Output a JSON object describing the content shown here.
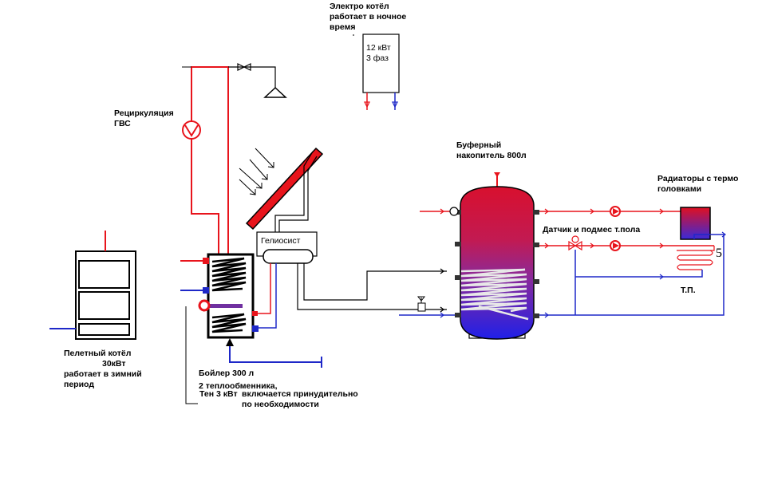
{
  "labels": {
    "electro_boiler": [
      "Электро котёл",
      "работает в ночное",
      "время"
    ],
    "electro_power": [
      "12 кВт",
      "3 фаз"
    ],
    "recirc": [
      "Рециркуляция",
      "ГВС"
    ],
    "buffer": [
      "Буферный",
      "накопитель 800л"
    ],
    "radiators": [
      "Радиаторы с термо",
      "головками"
    ],
    "sensor": "Датчик и подмес т.пола",
    "helio": "Гелиосист",
    "tp": "Т.П.",
    "coil_count": "5",
    "pellet": [
      "Пелетный котёл",
      "30кВт",
      "работает в зимний",
      "период"
    ],
    "boiler_title": "Бойлер 300 л",
    "boiler_exchangers": "2 теплообменника,",
    "boiler_ten": "Тен 3 кВт",
    "boiler_forced": [
      "включается принудительно",
      "по необходимости"
    ]
  },
  "colors": {
    "hot": "#e8141c",
    "cold": "#1e28c8",
    "line": "#000000",
    "tank_top": "#e01030",
    "tank_bottom": "#2a2ae0",
    "purple": "#7030a0"
  },
  "icons": [
    "valve-icon",
    "pump-icon",
    "shower-icon",
    "thermostat-icon",
    "solar-panel-icon",
    "sun-rays-icon"
  ]
}
